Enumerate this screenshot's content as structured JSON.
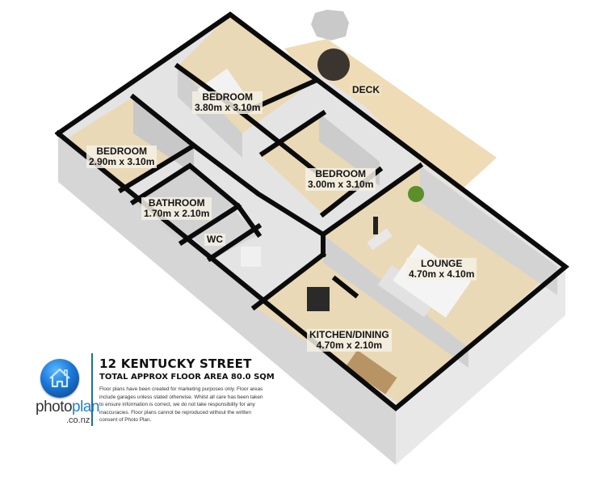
{
  "property": {
    "address": "12 KENTUCKY STREET",
    "total_area": "TOTAL APPROX FLOOR AREA 80.0 SQM",
    "disclaimer": "Floor plans have been created for marketing purposes only. Floor areas include garages unless stated otherwise. Whilst all care has been taken to ensure information is correct, we do not take responsibility for any inaccuracies. Floor plans cannot be reproduced without the written consent of Photo Plan."
  },
  "brand": {
    "name_part1": "photo",
    "name_part2": "plan",
    "domain": ".co.nz",
    "icon": "house-icon",
    "accent_color": "#1e7fd6",
    "divider_color": "#1e6ea0"
  },
  "rooms": [
    {
      "name": "BEDROOM",
      "size": "3.80m x 3.10m"
    },
    {
      "name": "BEDROOM",
      "size": "2.90m x 3.10m"
    },
    {
      "name": "BEDROOM",
      "size": "3.00m x 3.10m"
    },
    {
      "name": "BATHROOM",
      "size": "1.70m x 2.10m"
    },
    {
      "name": "WC",
      "size": ""
    },
    {
      "name": "LOUNGE",
      "size": "4.70m x 4.10m"
    },
    {
      "name": "KITCHEN/DINING",
      "size": "4.70m x 2.10m"
    },
    {
      "name": "DECK",
      "size": ""
    }
  ],
  "colors": {
    "floor": "#ead9b6",
    "wall_top": "#0b0b0b",
    "wall_face": "#dcdcdc",
    "wall_shadow": "#bfbfbf",
    "deck": "#efdcb6",
    "background": "#ffffff"
  }
}
